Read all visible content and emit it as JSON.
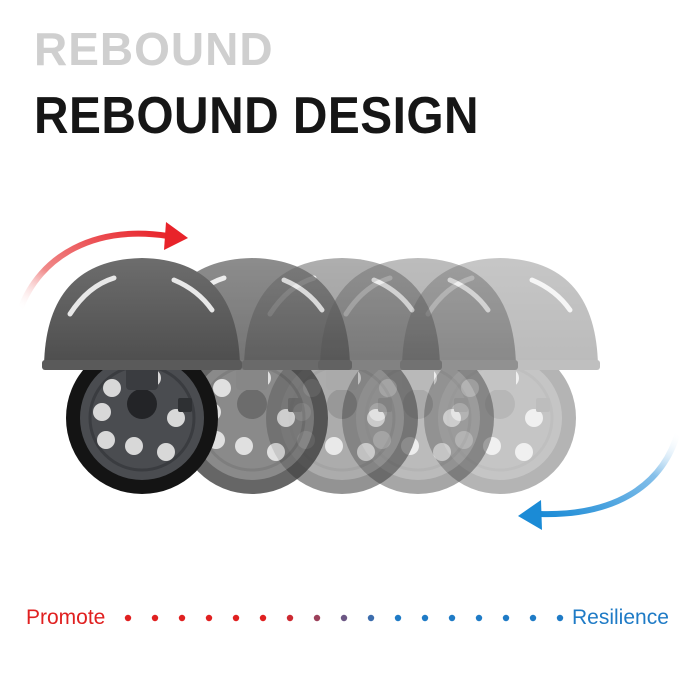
{
  "heading": {
    "overline": "REBOUND",
    "title": "REBOUND DESIGN"
  },
  "scale": {
    "left_label": "Promote",
    "right_label": "Resilience",
    "left_color": "#e02020",
    "right_color": "#1f7bc6",
    "dot_count": 17
  },
  "wheels": {
    "count": 5
  },
  "arrows": {
    "top_arrow_color": "#e8232a",
    "bottom_arrow_color": "#1b8bd6"
  }
}
